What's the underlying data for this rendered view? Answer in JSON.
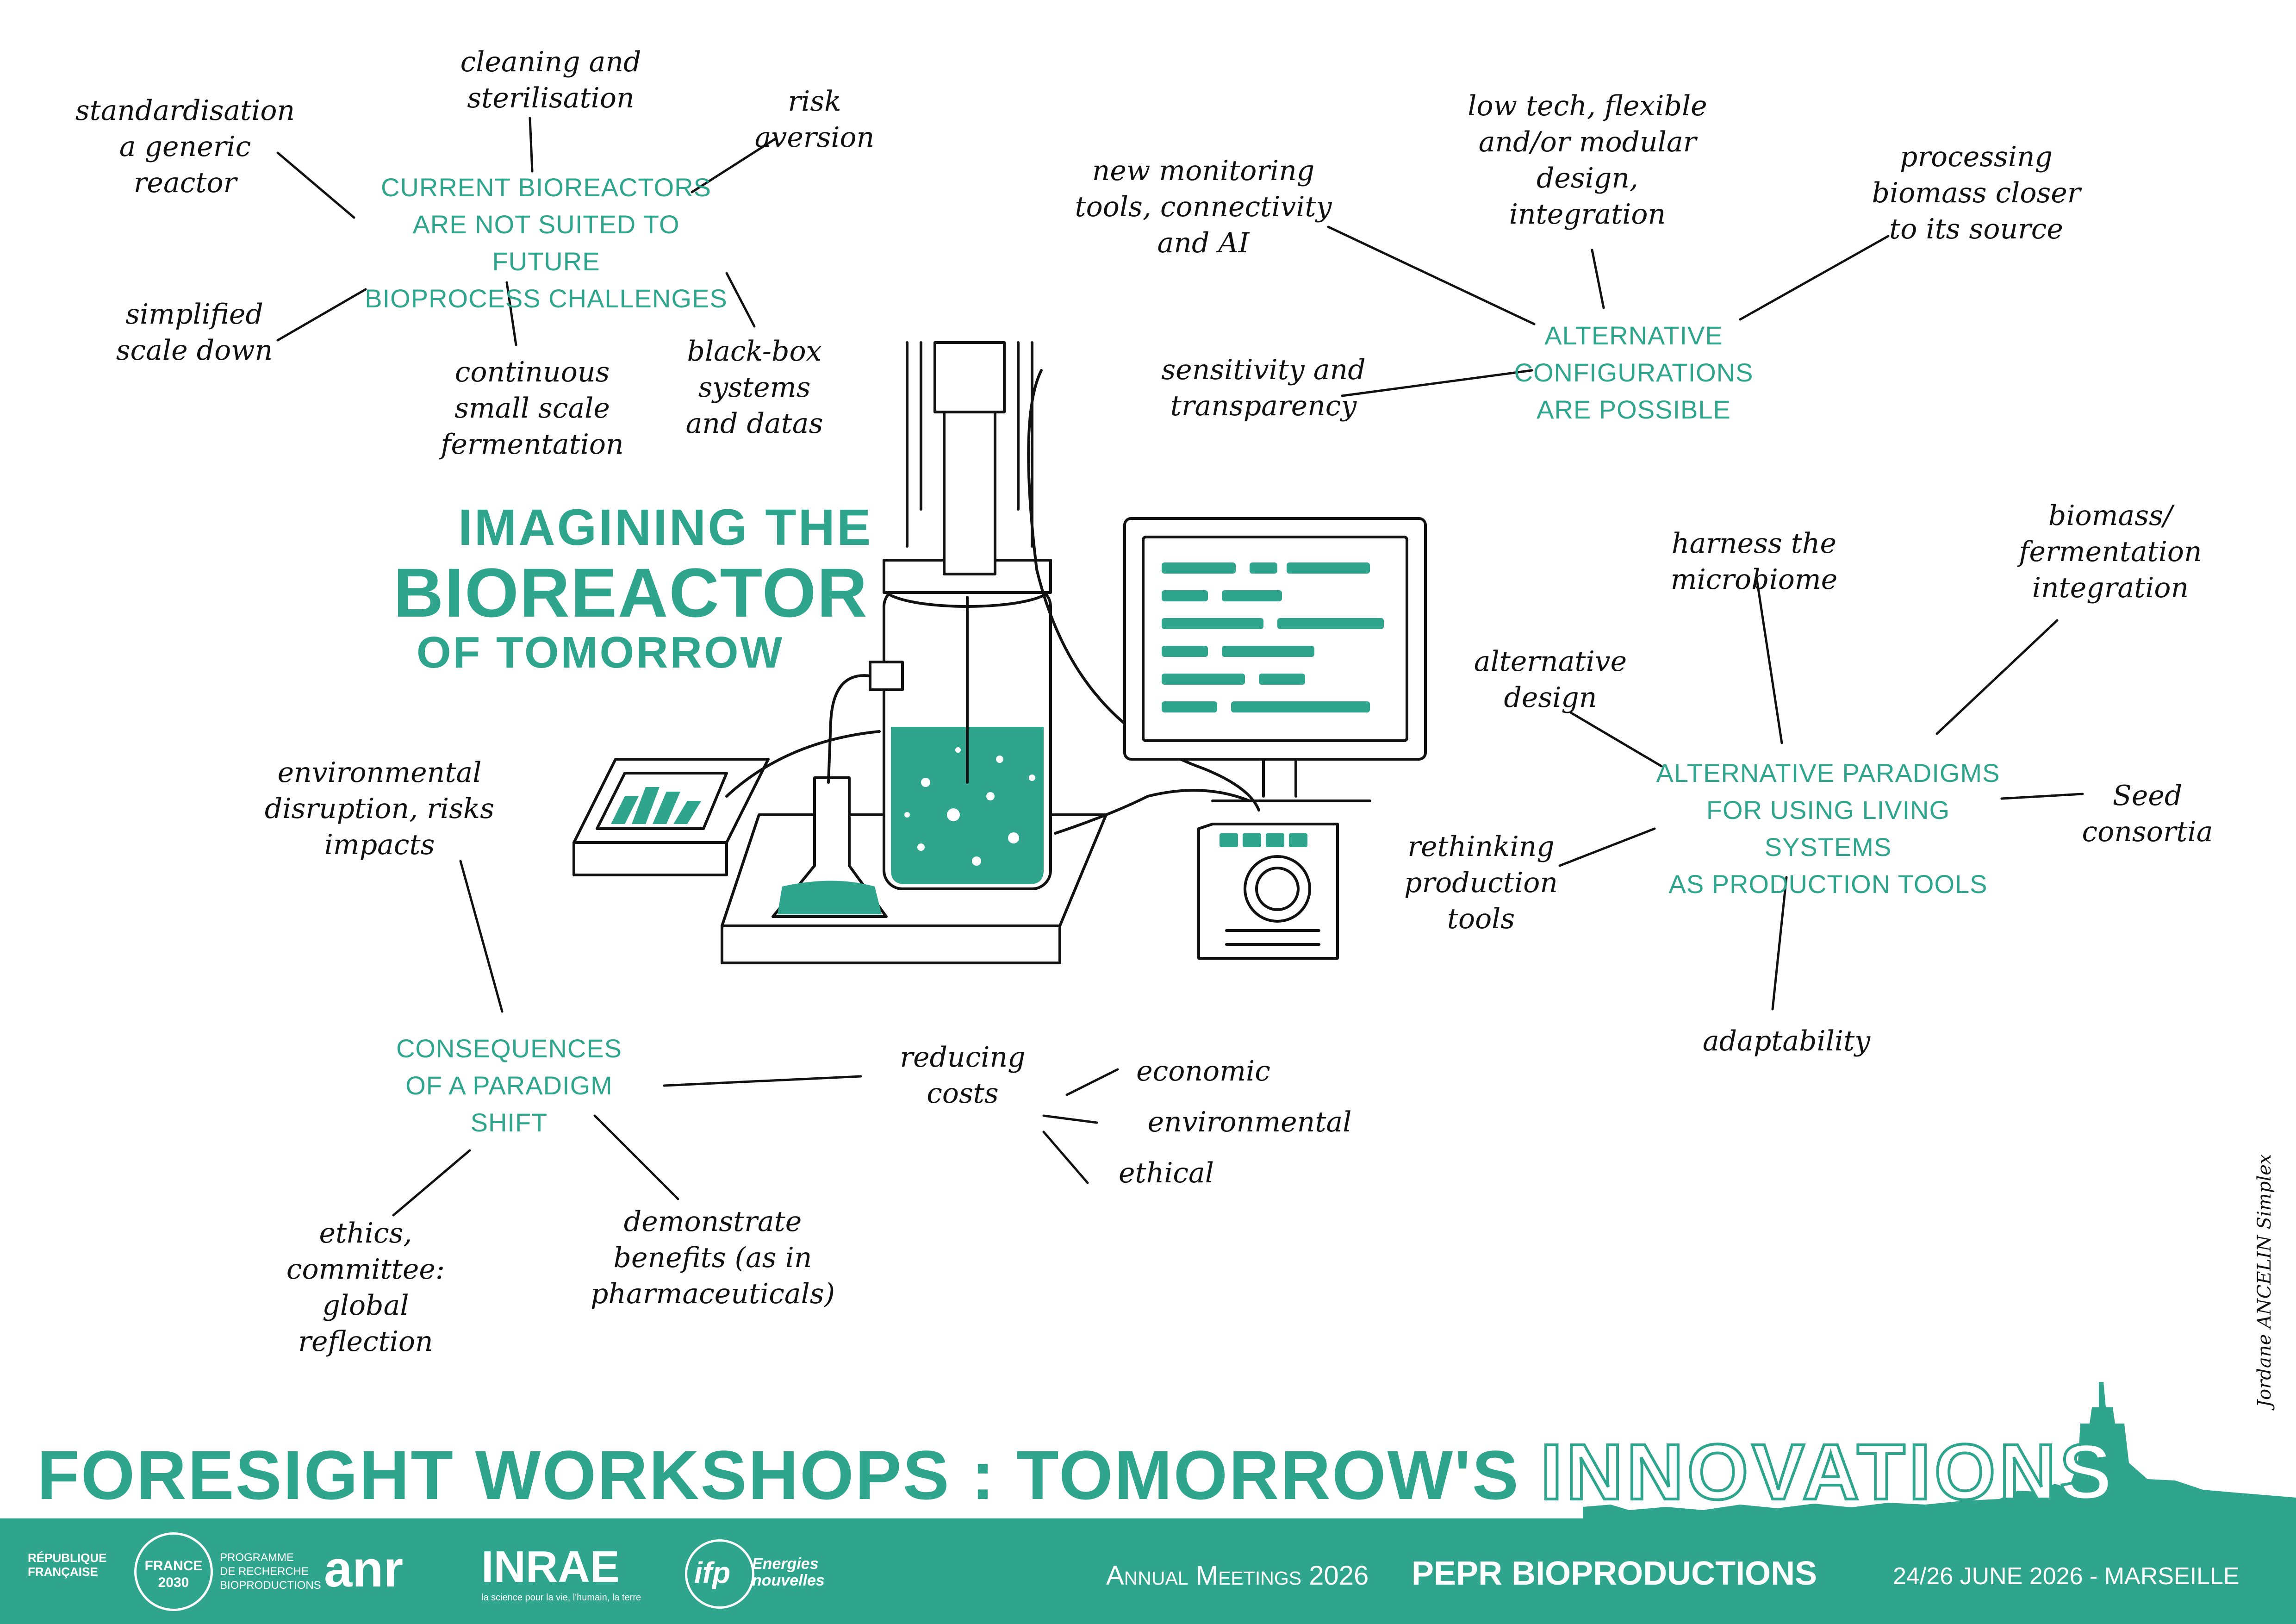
{
  "colors": {
    "teal": "#2ea58c",
    "ink": "#111111",
    "footer": "#2ea58c",
    "paper": "#ffffff"
  },
  "title": {
    "line1": "IMAGINING THE",
    "line2": "BIOREACTOR",
    "line3": "OF TOMORROW"
  },
  "clusters": {
    "current": {
      "hub": "CURRENT BIOREACTORS\nARE NOT SUITED TO FUTURE\nBIOPROCESS CHALLENGES",
      "notes": [
        "standardisation\na generic\nreactor",
        "cleaning and\nsterilisation",
        "risk\naversion",
        "simplified\nscale down",
        "continuous\nsmall scale\nfermentation",
        "black-box\nsystems\nand datas"
      ]
    },
    "alternative_configs": {
      "hub": "ALTERNATIVE\nCONFIGURATIONS\nARE POSSIBLE",
      "notes": [
        "new monitoring\ntools, connectivity\nand AI",
        "low tech, flexible\nand/or modular\ndesign,\nintegration",
        "processing\nbiomass closer\nto its source",
        "sensitivity and\ntransparency"
      ]
    },
    "paradigms": {
      "hub": "ALTERNATIVE PARADIGMS\nFOR USING LIVING SYSTEMS\nAS PRODUCTION TOOLS",
      "notes": [
        "harness the\nmicrobiome",
        "biomass/\nfermentation\nintegration",
        "alternative\ndesign",
        "rethinking\nproduction\ntools",
        "Seed\nconsortia",
        "adaptability"
      ]
    },
    "consequences": {
      "hub": "CONSEQUENCES\nOF A PARADIGM\nSHIFT",
      "notes": [
        "environmental\ndisruption, risks\nimpacts",
        "reducing\ncosts",
        "economic",
        "environmental",
        "ethical",
        "ethics,\ncommittee:\nglobal\nreflection",
        "demonstrate\nbenefits (as in\npharmaceuticals)"
      ]
    }
  },
  "credit": "Jordane ANCELIN Simplex",
  "banner": {
    "main": "FORESIGHT WORKSHOPS : TOMORROW'S ",
    "highlight": "INNOVATIONS"
  },
  "footer": {
    "republique": "RÉPUBLIQUE\nFRANÇAISE",
    "france2030": "FRANCE\n2030",
    "programme": "PROGRAMME\nDE RECHERCHE\nBIOPRODUCTIONS",
    "anr": "anr",
    "inrae": "INRAE",
    "inrae_tagline": "la science pour la vie, l'humain, la terre",
    "ifp": "ifp",
    "ifp_tagline": "Energies\nnouvelles",
    "meeting": "Annual Meetings 2026",
    "pepr": "PEPR BIOPRODUCTIONS",
    "dates": "24/26 JUNE 2026 - MARSEILLE"
  }
}
